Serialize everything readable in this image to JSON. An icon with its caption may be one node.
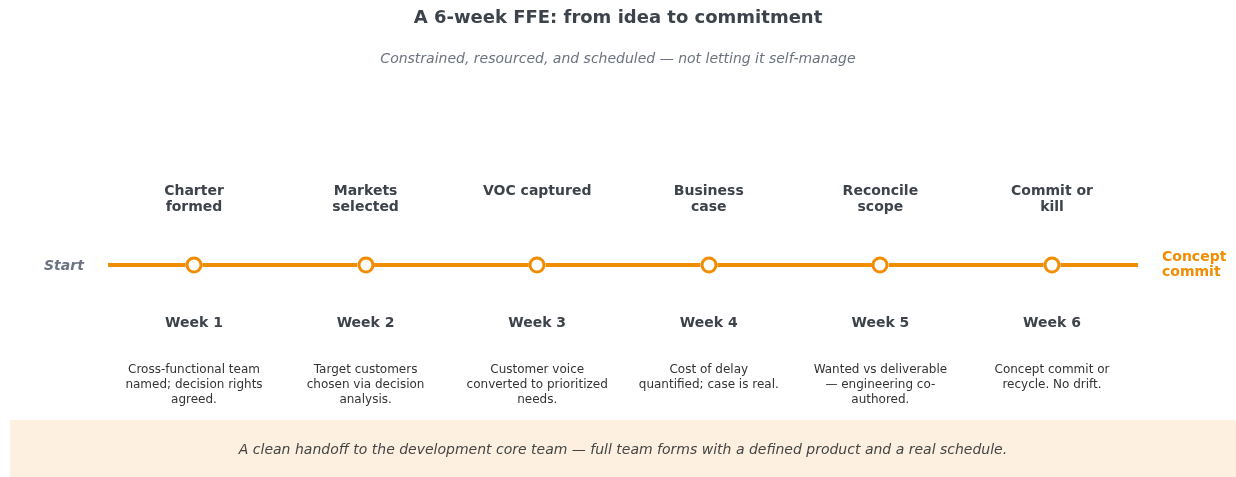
{
  "diagram": {
    "title": "A 6-week FFE: from idea to commitment",
    "nodes": [
      {
        "text": [
          "Start"
        ]
      },
      {
        "text": [],
        "shape": "circle",
        "beside": [
          "Week 1"
        ]
      },
      {
        "text": [],
        "shape": "circle",
        "beside": [
          "Week 2"
        ]
      },
      {
        "text": [],
        "shape": "circle",
        "beside": [
          "Week 3"
        ]
      },
      {
        "text": [],
        "shape": "circle",
        "beside": [
          "Week 4"
        ]
      },
      {
        "text": [],
        "shape": "circle",
        "beside": [
          "Week 5"
        ]
      },
      {
        "text": [],
        "shape": "circle",
        "beside": [
          "Week 6"
        ]
      },
      {
        "text": [
          "Concept commit"
        ]
      },
      {
        "text": [
          "A clean handoff to the development core team — full team forms with a defined product and a real schedule."
        ]
      }
    ],
    "edges": [
      {
        "from": 0,
        "to": 1,
        "arrow": "none"
      },
      {
        "from": 1,
        "to": 2,
        "arrow": "none"
      },
      {
        "from": 2,
        "to": 3,
        "arrow": "none"
      },
      {
        "from": 3,
        "to": 4,
        "arrow": "none"
      },
      {
        "from": 4,
        "to": 5,
        "arrow": "none"
      },
      {
        "from": 5,
        "to": 6,
        "arrow": "none"
      },
      {
        "from": 6,
        "to": 7,
        "arrow": "none"
      }
    ],
    "labels": [
      "Constrained, resourced, and scheduled — not letting it self-manage",
      "Charter formed",
      "Markets selected",
      "VOC captured",
      "Business case",
      "Reconcile scope",
      "Commit or kill",
      "Cross-functional team named; decision rights agreed.",
      "Target customers chosen via decision analysis.",
      "Customer voice converted to prioritized needs.",
      "Cost of delay quantified; case is real.",
      "Wanted vs deliverable — engineering co-authored.",
      "Concept commit or recycle. No drift."
    ]
  }
}
